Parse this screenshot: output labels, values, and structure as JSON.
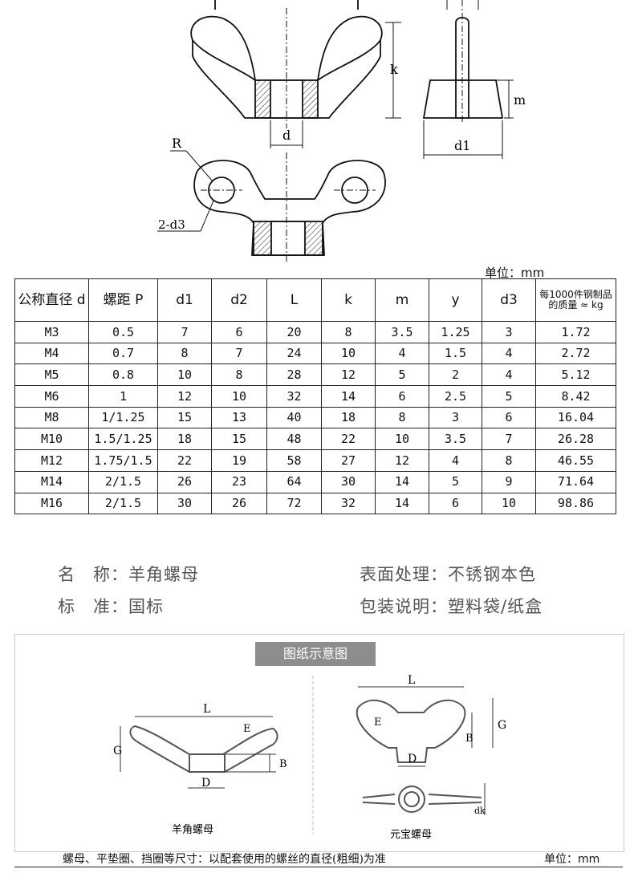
{
  "drawing": {
    "labels": {
      "k": "k",
      "m": "m",
      "d": "d",
      "d1": "d1",
      "R": "R",
      "d3": "2-d3"
    }
  },
  "unit_label": "单位：mm",
  "table": {
    "headers": [
      "公称直径 d",
      "螺距 P",
      "d1",
      "d2",
      "L",
      "k",
      "m",
      "y",
      "d3",
      "每1000件钢制品的质量 ≈ kg"
    ],
    "rows": [
      [
        "M3",
        "0.5",
        "7",
        "6",
        "20",
        "8",
        "3.5",
        "1.25",
        "3",
        "1.72"
      ],
      [
        "M4",
        "0.7",
        "8",
        "7",
        "24",
        "10",
        "4",
        "1.5",
        "4",
        "2.72"
      ],
      [
        "M5",
        "0.8",
        "10",
        "8",
        "28",
        "12",
        "5",
        "2",
        "4",
        "5.12"
      ],
      [
        "M6",
        "1",
        "12",
        "10",
        "32",
        "14",
        "6",
        "2.5",
        "5",
        "8.42"
      ],
      [
        "M8",
        "1/1.25",
        "15",
        "13",
        "40",
        "18",
        "8",
        "3",
        "6",
        "16.04"
      ],
      [
        "M10",
        "1.5/1.25",
        "18",
        "15",
        "48",
        "22",
        "10",
        "3.5",
        "7",
        "26.28"
      ],
      [
        "M12",
        "1.75/1.5",
        "22",
        "19",
        "58",
        "27",
        "12",
        "4",
        "8",
        "46.55"
      ],
      [
        "M14",
        "2/1.5",
        "26",
        "23",
        "64",
        "30",
        "14",
        "5",
        "9",
        "71.64"
      ],
      [
        "M16",
        "2/1.5",
        "30",
        "26",
        "72",
        "32",
        "14",
        "6",
        "10",
        "98.86"
      ]
    ]
  },
  "info": {
    "name": "名　称：羊角螺母",
    "standard": "标　准：国标",
    "surface": "表面处理：不锈钢本色",
    "packing": "包装说明：塑料袋/纸盒"
  },
  "panel": {
    "title": "图纸示意图",
    "left_caption": "羊角螺母",
    "right_caption": "元宝螺母",
    "labels": {
      "L": "L",
      "G": "G",
      "E": "E",
      "B": "B",
      "D": "D",
      "dk": "dk"
    }
  },
  "footer": {
    "note": "螺母、平垫圈、挡圈等尺寸：以配套使用的螺丝的直径(粗细)为准",
    "unit": "单位：mm"
  }
}
